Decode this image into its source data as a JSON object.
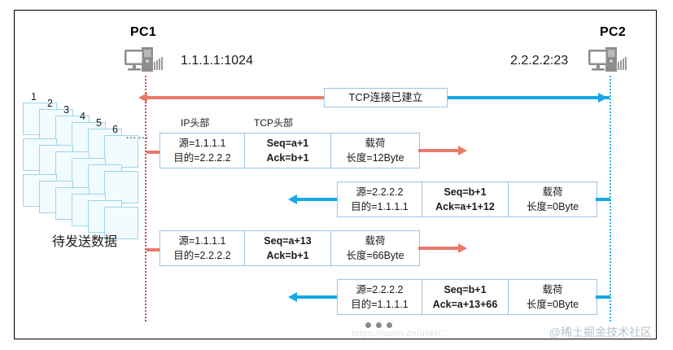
{
  "diagram": {
    "title_left": "PC1",
    "title_right": "PC2",
    "addr_left": "1.1.1.1:1024",
    "addr_right": "2.2.2.2:23",
    "banner": "TCP连接已建立",
    "header_ip": "IP头部",
    "header_tcp": "TCP头部",
    "stack_label": "待发送数据",
    "stack_numbers": [
      "1",
      "2",
      "3",
      "4",
      "5",
      "6"
    ],
    "stack_ellipsis": "……",
    "watermark": "@稀土掘金技术社区",
    "watermark_url": "https://juejin.cn/user/..."
  },
  "colors": {
    "red_line": "#e8796a",
    "red_dotted": "#c0504d",
    "blue_line": "#14a8e8",
    "blue_dotted": "#2bb3e8",
    "box_border": "#9dc3e6",
    "card_border": "#9fd4ea",
    "frame": "#000000"
  },
  "packets": [
    {
      "direction": "left-to-right",
      "src": "源=1.1.1.1",
      "dst": "目的=2.2.2.2",
      "seq": "Seq=a+1",
      "ack": "Ack=b+1",
      "payload_label": "载荷",
      "payload_len": "长度=12Byte"
    },
    {
      "direction": "right-to-left",
      "src": "源=2.2.2.2",
      "dst": "目的=1.1.1.1",
      "seq": "Seq=b+1",
      "ack": "Ack=a+1+12",
      "payload_label": "载荷",
      "payload_len": "长度=0Byte"
    },
    {
      "direction": "left-to-right",
      "src": "源=1.1.1.1",
      "dst": "目的=2.2.2.2",
      "seq": "Seq=a+13",
      "ack": "Ack=b+1",
      "payload_label": "载荷",
      "payload_len": "长度=66Byte"
    },
    {
      "direction": "right-to-left",
      "src": "源=2.2.2.2",
      "dst": "目的=1.1.1.1",
      "seq": "Seq=b+1",
      "ack": "Ack=a+13+66",
      "payload_label": "载荷",
      "payload_len": "长度=0Byte"
    }
  ]
}
